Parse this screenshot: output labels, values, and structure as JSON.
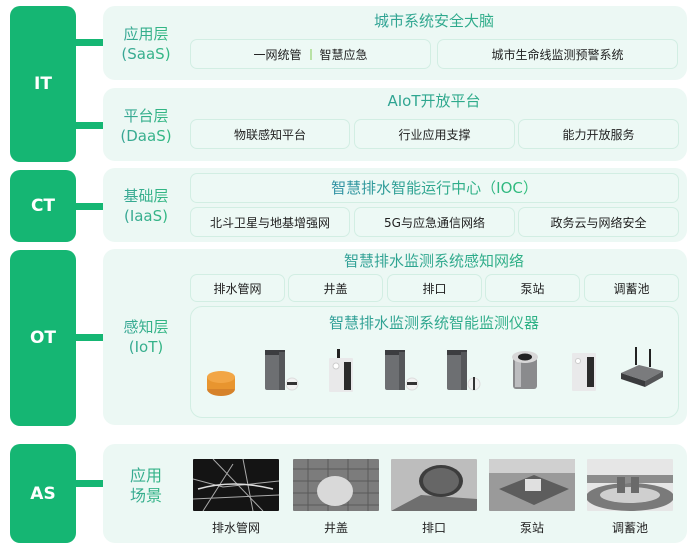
{
  "tiers": [
    {
      "label": "IT"
    },
    {
      "label": "CT"
    },
    {
      "label": "OT"
    },
    {
      "label": "AS"
    }
  ],
  "layers": {
    "saas": {
      "label_line1": "应用层",
      "label_line2": "(SaaS)",
      "heading": "城市系统安全大脑",
      "boxes": [
        "一网统管",
        "智慧应急",
        "城市生命线监测预警系统"
      ]
    },
    "daas": {
      "label_line1": "平台层",
      "label_line2": "(DaaS)",
      "heading": "AIoT开放平台",
      "boxes": [
        "物联感知平台",
        "行业应用支撑",
        "能力开放服务"
      ]
    },
    "iaas": {
      "label_line1": "基础层",
      "label_line2": "(IaaS)",
      "heading": "智慧排水智能运行中心（IOC）",
      "boxes": [
        "北斗卫星与地基增强网",
        "5G与应急通信网络",
        "政务云与网络安全"
      ]
    },
    "iot": {
      "label_line1": "感知层",
      "label_line2": "(IoT)",
      "heading": "智慧排水监测系统感知网络",
      "boxes": [
        "排水管网",
        "井盖",
        "排口",
        "泵站",
        "调蓄池"
      ],
      "instruments_heading": "智慧排水监测系统智能监测仪器",
      "devices": [
        "orange-puck-sensor",
        "gray-tower-sensor-with-probe",
        "white-box-sensor-with-antenna",
        "gray-tower-sensor-with-probe",
        "gray-tower-sensor-with-vial",
        "cylindrical-level-sensor",
        "white-box-sensor",
        "gateway-router"
      ]
    },
    "as": {
      "label_line1": "应用",
      "label_line2": "场景",
      "scenes": [
        "排水管网",
        "井盖",
        "排口",
        "泵站",
        "调蓄池"
      ]
    }
  },
  "colors": {
    "tier_green": "#15b673",
    "panel_bg": "#ecf8f4",
    "box_border": "#d2eee3",
    "heading_gradient_start": "#2e8fa3",
    "heading_gradient_end": "#2fc079"
  }
}
